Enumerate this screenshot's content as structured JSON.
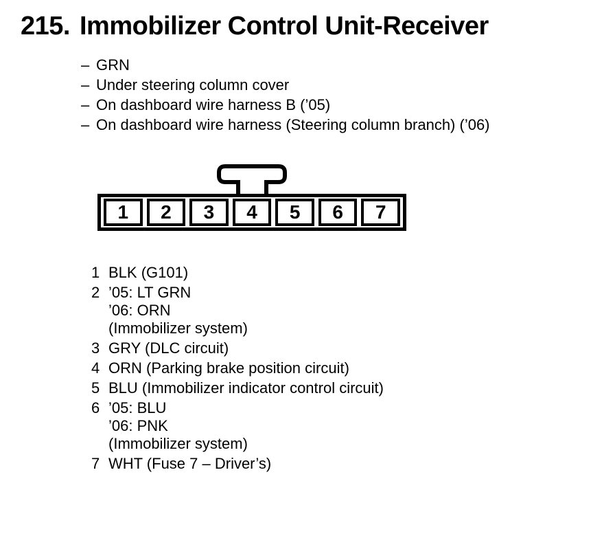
{
  "header": {
    "number": "215.",
    "title": "Immobilizer Control Unit-Receiver"
  },
  "bullet_char": "–",
  "details": [
    "GRN",
    "Under steering column cover",
    "On dashboard wire harness B (’05)",
    "On dashboard wire harness (Steering column branch) (’06)"
  ],
  "connector": {
    "pins": [
      "1",
      "2",
      "3",
      "4",
      "5",
      "6",
      "7"
    ]
  },
  "pin_assignments": [
    {
      "pin": "1",
      "lines": [
        "BLK (G101)"
      ]
    },
    {
      "pin": "2",
      "lines": [
        "’05: LT GRN",
        "’06: ORN",
        "(Immobilizer system)"
      ]
    },
    {
      "pin": "3",
      "lines": [
        "GRY (DLC circuit)"
      ]
    },
    {
      "pin": "4",
      "lines": [
        "ORN (Parking brake position circuit)"
      ]
    },
    {
      "pin": "5",
      "lines": [
        "BLU (Immobilizer indicator control circuit)"
      ]
    },
    {
      "pin": "6",
      "lines": [
        "’05: BLU",
        "’06: PNK",
        "(Immobilizer system)"
      ]
    },
    {
      "pin": "7",
      "lines": [
        "WHT (Fuse 7 – Driver’s)"
      ]
    }
  ],
  "colors": {
    "ink": "#000000",
    "paper": "#ffffff"
  }
}
